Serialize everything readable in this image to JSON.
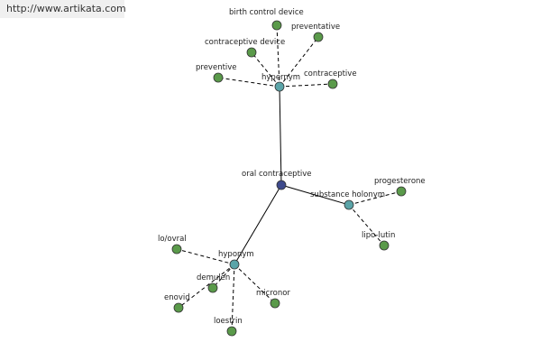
{
  "watermark": "http://www.artikata.com",
  "colors": {
    "leaf": "#5a9a4a",
    "relation": "#5aa4a8",
    "center": "#3e4a8c",
    "stroke": "#333333"
  },
  "nodes": [
    {
      "id": "center",
      "label": "oral contraceptive",
      "kind": "center"
    },
    {
      "id": "hypernym",
      "label": "hypernym",
      "kind": "relation"
    },
    {
      "id": "substance",
      "label": "substance holonym",
      "kind": "relation"
    },
    {
      "id": "hyponym",
      "label": "hyponym",
      "kind": "relation"
    },
    {
      "id": "bcd",
      "label": "birth control device",
      "kind": "leaf"
    },
    {
      "id": "preventative",
      "label": "preventative",
      "kind": "leaf"
    },
    {
      "id": "cdevice",
      "label": "contraceptive device",
      "kind": "leaf"
    },
    {
      "id": "preventive",
      "label": "preventive",
      "kind": "leaf"
    },
    {
      "id": "contraceptive",
      "label": "contraceptive",
      "kind": "leaf"
    },
    {
      "id": "progesterone",
      "label": "progesterone",
      "kind": "leaf"
    },
    {
      "id": "lipolutin",
      "label": "lipo-lutin",
      "kind": "leaf"
    },
    {
      "id": "loovral",
      "label": "lo/ovral",
      "kind": "leaf"
    },
    {
      "id": "demulen",
      "label": "demulen",
      "kind": "leaf"
    },
    {
      "id": "enovid",
      "label": "enovid",
      "kind": "leaf"
    },
    {
      "id": "micronor",
      "label": "micronor",
      "kind": "leaf"
    },
    {
      "id": "loestrin",
      "label": "loestrin",
      "kind": "leaf"
    }
  ],
  "edges": [
    {
      "from": "center",
      "to": "hypernym",
      "style": "solid"
    },
    {
      "from": "center",
      "to": "substance",
      "style": "solid"
    },
    {
      "from": "center",
      "to": "hyponym",
      "style": "solid"
    },
    {
      "from": "hypernym",
      "to": "bcd",
      "style": "dashed"
    },
    {
      "from": "hypernym",
      "to": "preventative",
      "style": "dashed"
    },
    {
      "from": "hypernym",
      "to": "cdevice",
      "style": "dashed"
    },
    {
      "from": "hypernym",
      "to": "preventive",
      "style": "dashed"
    },
    {
      "from": "hypernym",
      "to": "contraceptive",
      "style": "dashed"
    },
    {
      "from": "substance",
      "to": "progesterone",
      "style": "dashed"
    },
    {
      "from": "substance",
      "to": "lipolutin",
      "style": "dashed"
    },
    {
      "from": "hyponym",
      "to": "loovral",
      "style": "dashed"
    },
    {
      "from": "hyponym",
      "to": "demulen",
      "style": "dashed"
    },
    {
      "from": "hyponym",
      "to": "enovid",
      "style": "dashed"
    },
    {
      "from": "hyponym",
      "to": "micronor",
      "style": "dashed"
    },
    {
      "from": "hyponym",
      "to": "loestrin",
      "style": "dashed"
    }
  ]
}
